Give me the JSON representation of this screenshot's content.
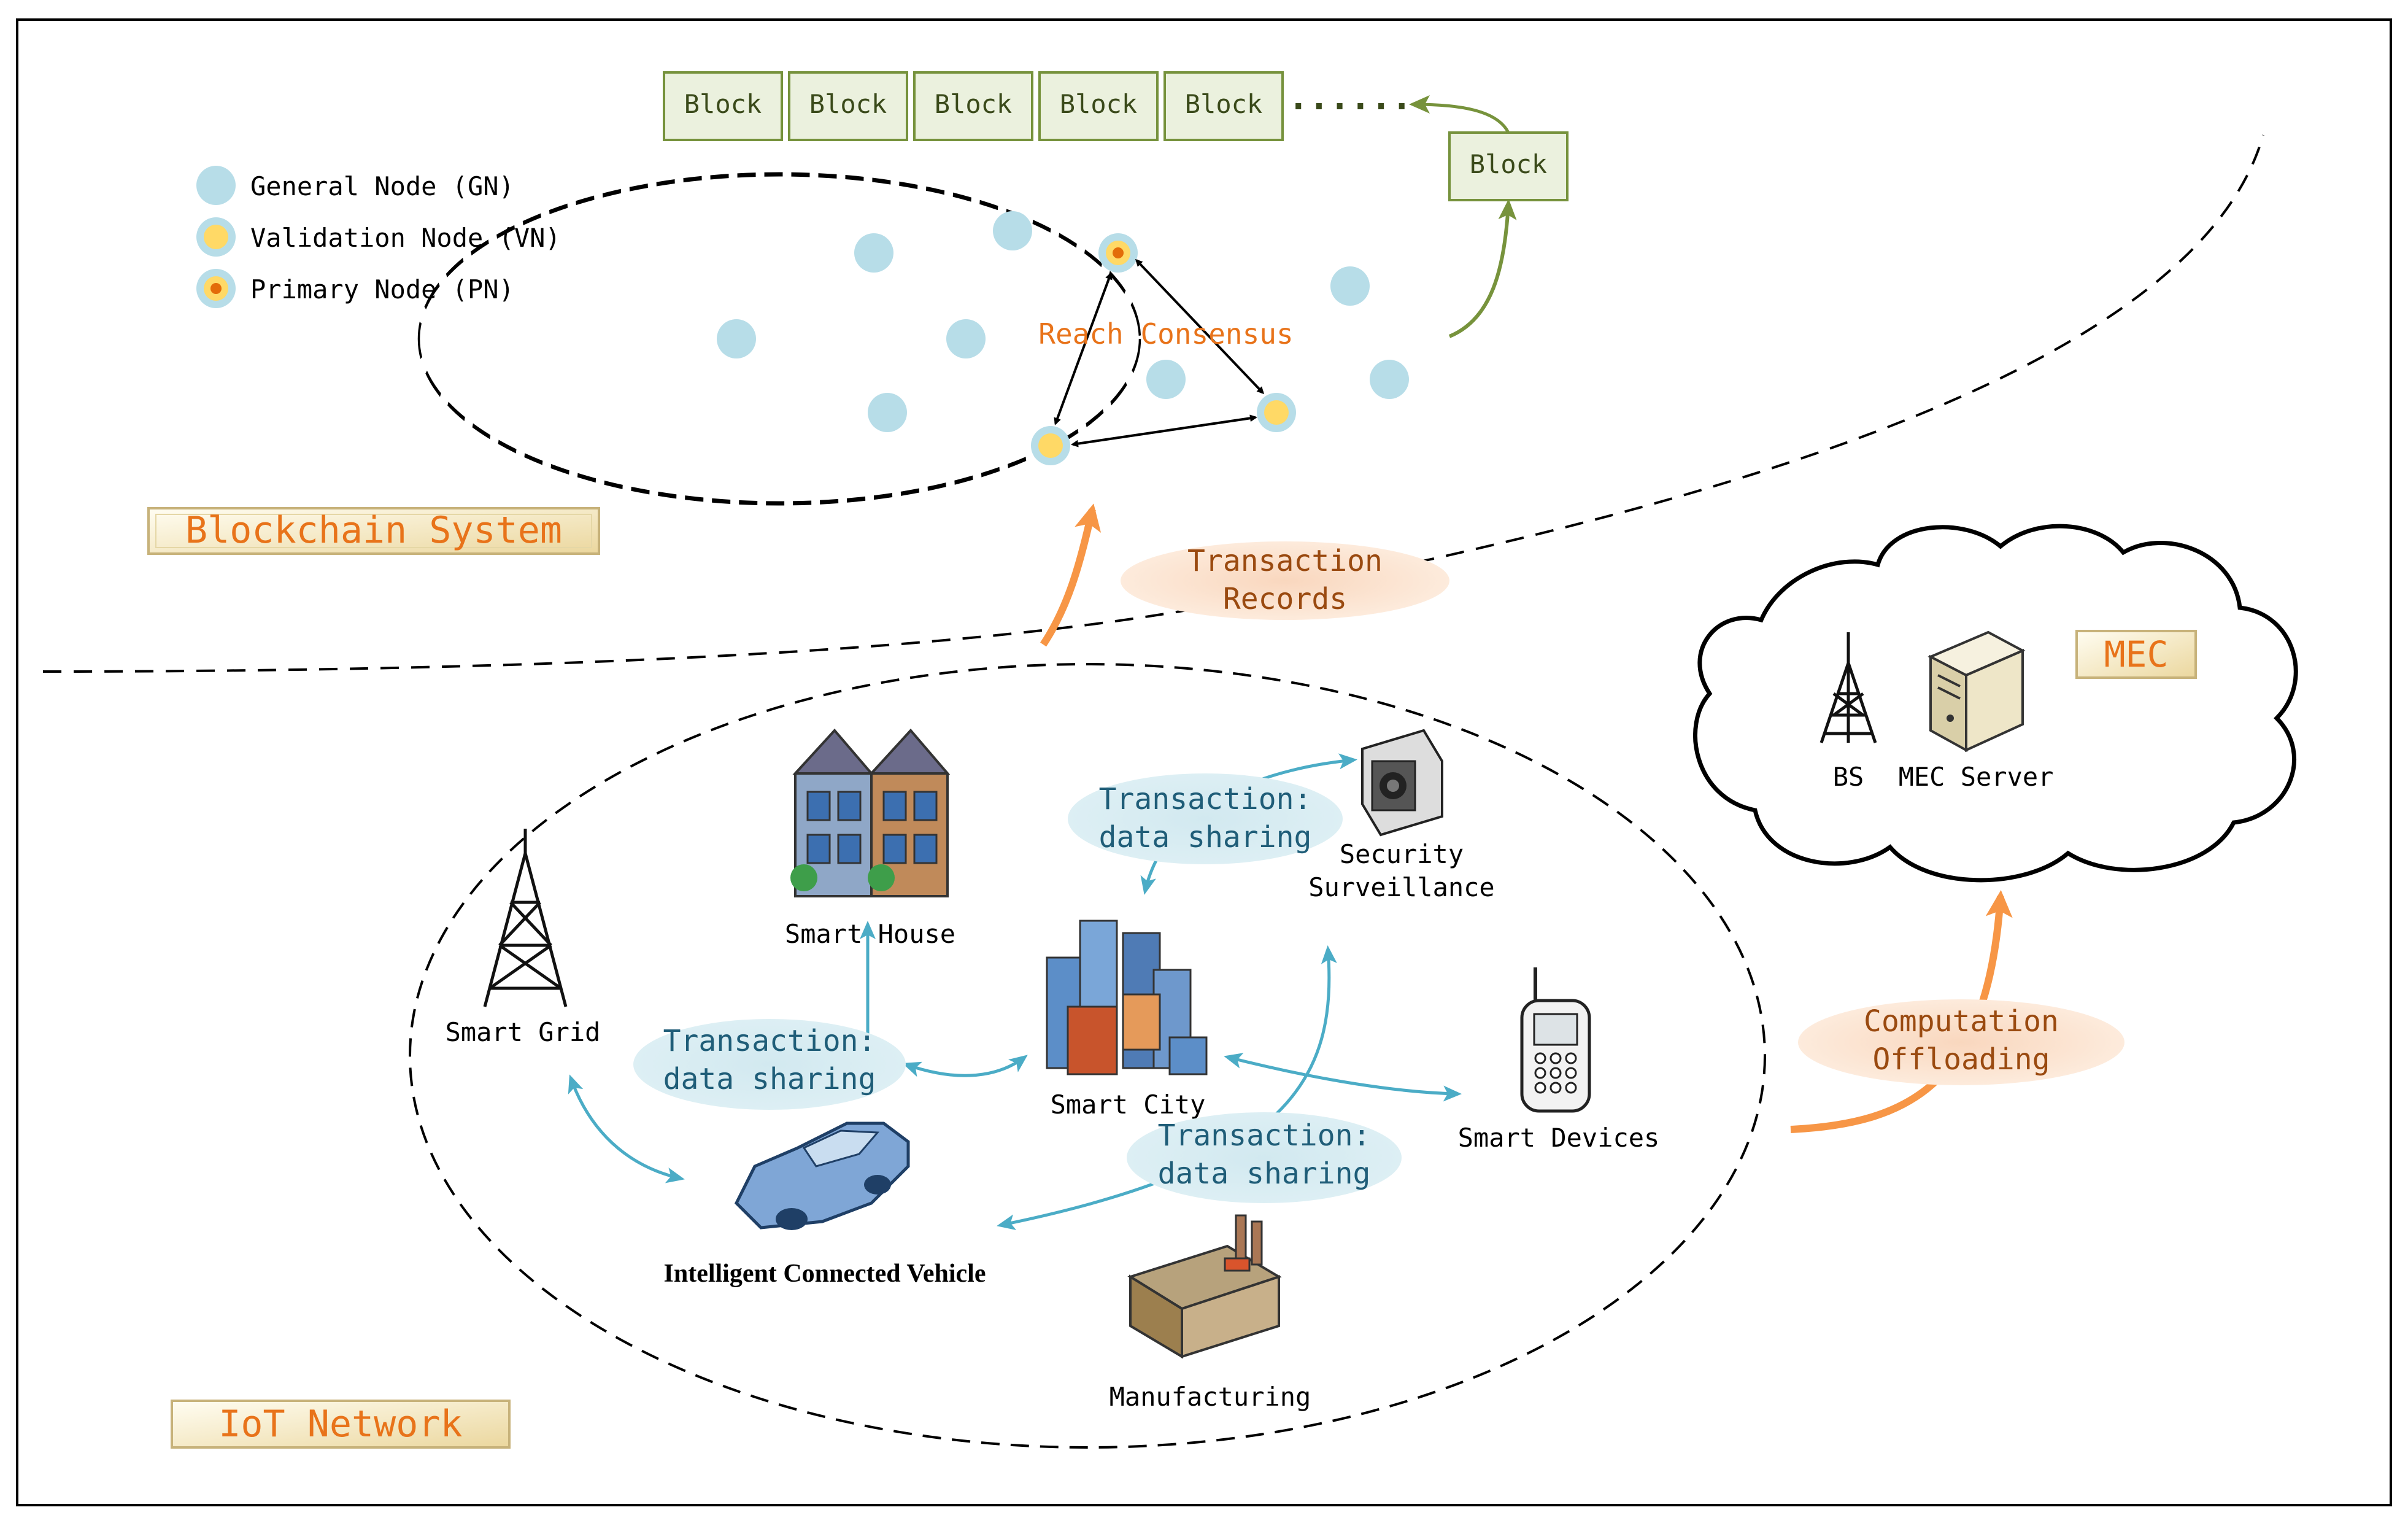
{
  "legend": {
    "general_node": "General Node (GN)",
    "validation_node": "Validation Node (VN)",
    "primary_node": "Primary Node (PN)"
  },
  "blockchain": {
    "blocks": [
      "Block",
      "Block",
      "Block",
      "Block",
      "Block"
    ],
    "ellipsis": "......",
    "new_block": "Block",
    "consensus_label": "Reach Consensus",
    "system_label": "Blockchain System"
  },
  "transaction_records": {
    "line1": "Transaction",
    "line2": "Records"
  },
  "mec": {
    "label": "MEC",
    "bs_label": "BS",
    "server_label": "MEC Server"
  },
  "computation_offloading": {
    "line1": "Computation",
    "line2": "Offloading"
  },
  "iot": {
    "network_label": "IoT Network",
    "smart_grid": "Smart Grid",
    "smart_house": "Smart House",
    "smart_city": "Smart City",
    "security_line1": "Security",
    "security_line2": "Surveillance",
    "smart_devices": "Smart Devices",
    "vehicle": "Intelligent Connected Vehicle",
    "manufacturing": "Manufacturing",
    "tx1_line1": "Transaction:",
    "tx1_line2": "data sharing",
    "tx2_line1": "Transaction:",
    "tx2_line2": "data sharing",
    "tx3_line1": "Transaction:",
    "tx3_line2": "data sharing"
  },
  "colors": {
    "orange_text": "#E8731A",
    "brown_text": "#9A4A10",
    "teal_text": "#1F5D78",
    "block_fill": "#EBF1DE",
    "block_stroke": "#76923C",
    "node_fill": "#B7DDE8",
    "validation_fill": "#FFD966",
    "primary_dot": "#E36C09",
    "teal_arrow": "#4BACC6",
    "orange_arrow": "#F79646",
    "green_arrow": "#77933C",
    "bubble_teal": "#D2E9F0",
    "bubble_orange": "#FCE3D2"
  }
}
